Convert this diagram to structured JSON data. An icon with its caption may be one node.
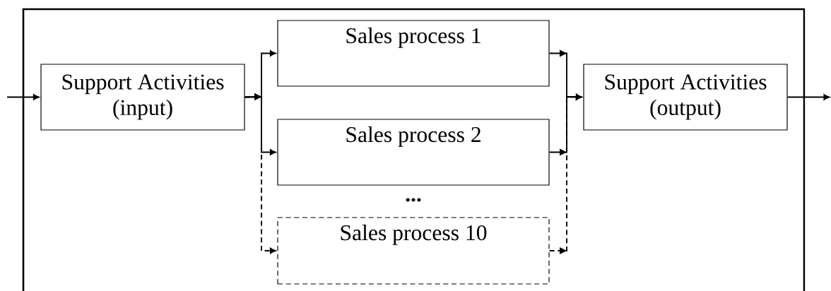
{
  "diagram": {
    "nodes": [
      {
        "text": [],
        "shape": "box"
      },
      {
        "text": [
          "Support Activities (input)"
        ],
        "in": 0
      },
      {
        "text": [
          "Sales process 1"
        ],
        "in": 0
      },
      {
        "text": [
          "Sales process 2"
        ],
        "in": 0
      },
      {
        "text": [
          "Sales process 10"
        ],
        "in": 0
      },
      {
        "text": [
          "Support Activities (output)"
        ],
        "in": 0
      }
    ],
    "edges": [
      {
        "from": null,
        "to": 1,
        "arrow": "to"
      },
      {
        "from": 1,
        "to": 2,
        "arrow": "to"
      },
      {
        "from": 1,
        "to": 3,
        "arrow": "to"
      },
      {
        "from": 1,
        "to": 4,
        "arrow": "to",
        "style": "dashed"
      },
      {
        "from": 2,
        "to": 5,
        "arrow": "to"
      },
      {
        "from": 3,
        "to": 5,
        "arrow": "to"
      },
      {
        "from": 4,
        "to": 5,
        "arrow": "to",
        "style": "dashed"
      },
      {
        "from": 5,
        "to": null,
        "arrow": "to"
      }
    ],
    "labels": [
      "..."
    ]
  }
}
